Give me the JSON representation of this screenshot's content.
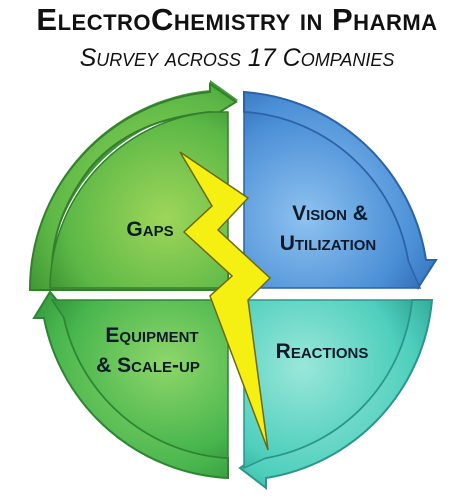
{
  "header": {
    "title": "ElectroChemistry in Pharma",
    "subtitle": "Survey across 17 Companies"
  },
  "quadrants": [
    {
      "id": "gaps",
      "lines": [
        "Gaps"
      ],
      "color": "#4fae48"
    },
    {
      "id": "vision",
      "lines": [
        "Vision &",
        "Utilization"
      ],
      "color": "#3f86d8"
    },
    {
      "id": "reactions",
      "lines": [
        "Reactions"
      ],
      "color": "#44c9b6"
    },
    {
      "id": "equipment",
      "lines": [
        "Equipment",
        "& Scale-up"
      ],
      "color": "#3fae49"
    }
  ],
  "accent": {
    "bolt": "#f5ee10"
  }
}
